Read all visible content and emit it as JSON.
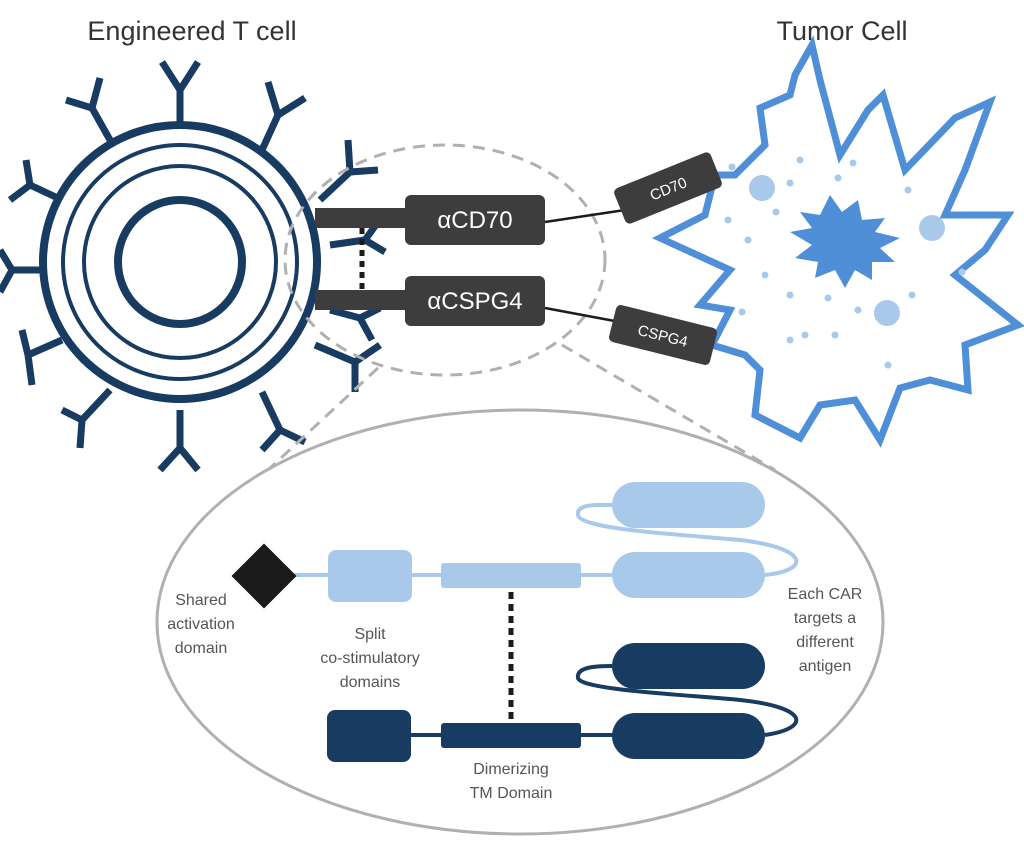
{
  "title_left": "Engineered T cell",
  "title_right": "Tumor Cell",
  "receptors": {
    "top_label": "αCD70",
    "bottom_label": "αCSPG4"
  },
  "antigens": {
    "top_label": "CD70",
    "bottom_label": "CSPG4"
  },
  "detail": {
    "shared_activation": [
      "Shared",
      "activation",
      "domain"
    ],
    "split_costim": [
      "Split",
      "co-stimulatory",
      "domains"
    ],
    "dimerizing_tm": [
      "Dimerizing",
      "TM Domain"
    ],
    "each_car": [
      "Each CAR",
      "targets a",
      "different",
      "antigen"
    ]
  },
  "colors": {
    "dark_navy": "#183b62",
    "light_blue": "#a8c9ea",
    "tumor_blue": "#4f8fd8",
    "box_gray": "#3d3d3d",
    "dash_gray": "#b0b0b0"
  }
}
